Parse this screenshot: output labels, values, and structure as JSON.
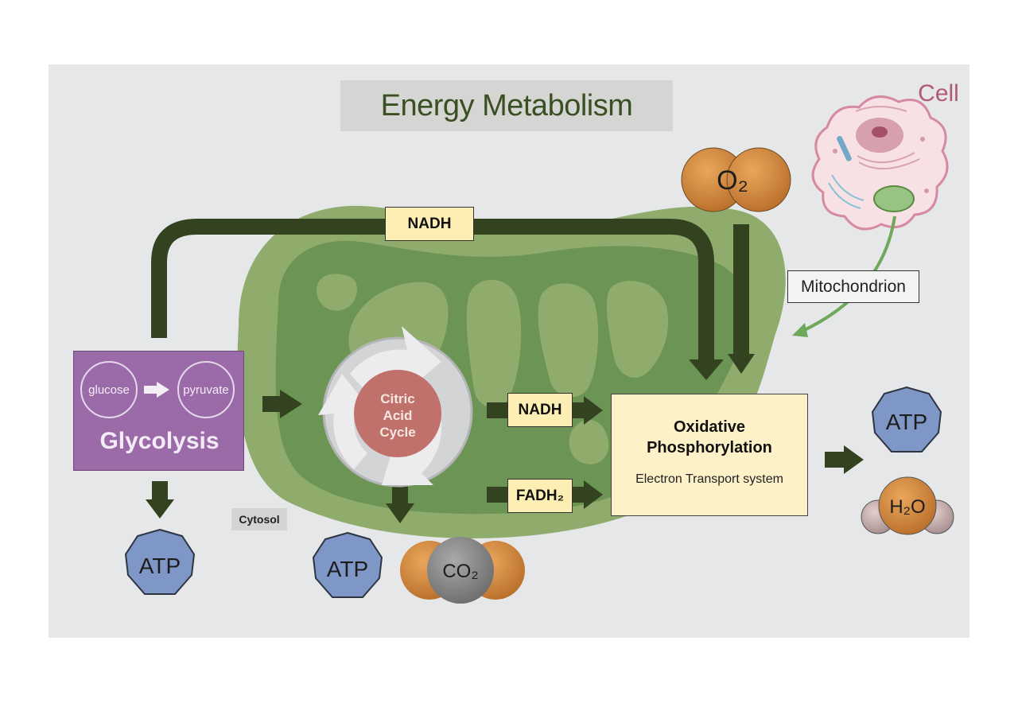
{
  "title": "Energy Metabolism",
  "cell_label": "Cell",
  "mitochondrion_label": "Mitochondrion",
  "cytosol_label": "Cytosol",
  "glycolysis": {
    "title": "Glycolysis",
    "input": "glucose",
    "output": "pyruvate"
  },
  "citric_acid_cycle": {
    "line1": "Citric",
    "line2": "Acid",
    "line3": "Cycle"
  },
  "carriers": {
    "nadh_top": "NADH",
    "nadh_mid": "NADH",
    "fadh2": "FADH₂"
  },
  "oxidative": {
    "title_line1": "Oxidative",
    "title_line2": "Phosphorylation",
    "subtitle": "Electron Transport system"
  },
  "molecules": {
    "o2": "O₂",
    "co2": "CO₂",
    "h2o": "H₂O",
    "atp_glycolysis": "ATP",
    "atp_cycle": "ATP",
    "atp_oxidative": "ATP"
  },
  "colors": {
    "background": "#e6e7e8",
    "mitochondrion_outer": "#8fac6d",
    "mitochondrion_inner": "#6b9455",
    "arrow": "#33431f",
    "glycolysis": "#9b6aa9",
    "atp": "#7f97c7",
    "cycle_center": "#c0716c",
    "oxygen": "#d08a45",
    "carbon": "#8b8b8b",
    "label_yellow": "#fdeeb3",
    "cell_outline": "#d58aa2"
  }
}
